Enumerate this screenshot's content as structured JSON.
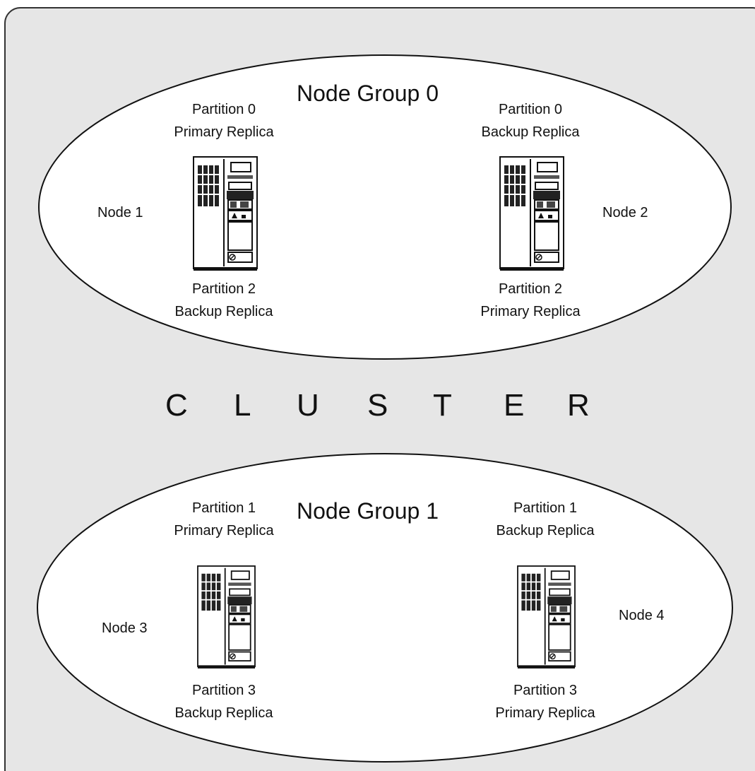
{
  "cluster_label": "C L U S T E R",
  "cluster_letters": [
    "C",
    "L",
    "U",
    "S",
    "T",
    "E",
    "R"
  ],
  "node_groups": [
    {
      "title": "Node Group 0",
      "nodes": [
        {
          "name": "Node 1",
          "top_label": [
            "Partition 0",
            "Primary Replica"
          ],
          "bottom_label": [
            "Partition 2",
            "Backup Replica"
          ]
        },
        {
          "name": "Node 2",
          "top_label": [
            "Partition 0",
            "Backup Replica"
          ],
          "bottom_label": [
            "Partition 2",
            "Primary Replica"
          ]
        }
      ]
    },
    {
      "title": "Node Group 1",
      "nodes": [
        {
          "name": "Node 3",
          "top_label": [
            "Partition 1",
            "Primary Replica"
          ],
          "bottom_label": [
            "Partition 3",
            "Backup Replica"
          ]
        },
        {
          "name": "Node 4",
          "top_label": [
            "Partition 1",
            "Backup Replica"
          ],
          "bottom_label": [
            "Partition 3",
            "Primary Replica"
          ]
        }
      ]
    }
  ],
  "colors": {
    "cluster_fill": "#e6e6e6",
    "group_fill": "#ffffff",
    "stroke": "#111111"
  }
}
